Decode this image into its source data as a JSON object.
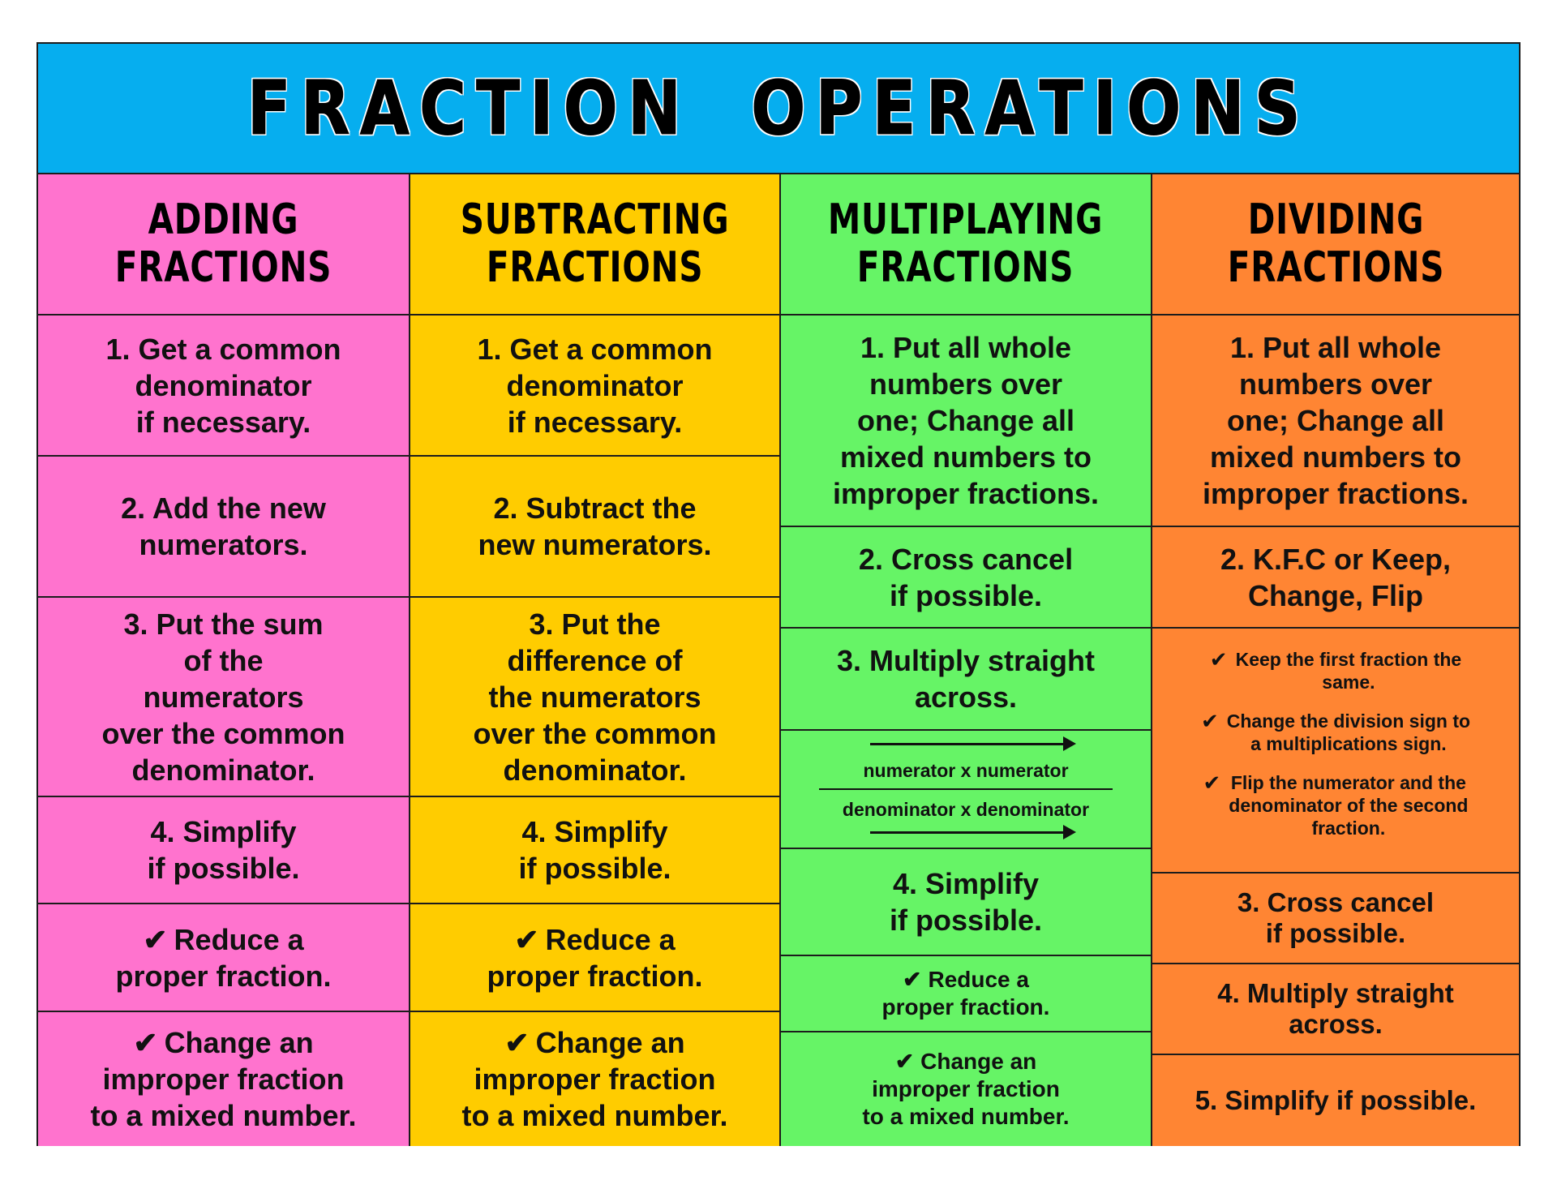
{
  "title": "FRACTION OPERATIONS",
  "colors": {
    "title_bg": "#06AEEF",
    "adding": "#FF73CE",
    "subtracting": "#FFCC00",
    "multiplying": "#66F466",
    "dividing": "#FF8533",
    "border": "#1C1C1C"
  },
  "icons": {
    "check": "✔"
  },
  "columns": {
    "adding": {
      "header_line1": "ADDING",
      "header_line2": "FRACTIONS",
      "steps": [
        "1. Get a common\ndenominator\nif necessary.",
        "2. Add the new\nnumerators.",
        "3. Put the sum\nof the\nnumerators\nover the common\ndenominator.",
        "4. Simplify\nif possible.",
        "Reduce a\nproper fraction.",
        "Change an\nimproper fraction\nto a mixed number."
      ]
    },
    "subtracting": {
      "header_line1": "SUBTRACTING",
      "header_line2": "FRACTIONS",
      "steps": [
        "1. Get a common\ndenominator\nif necessary.",
        "2. Subtract the\nnew numerators.",
        "3. Put the\ndifference of\nthe numerators\nover the common\ndenominator.",
        "4. Simplify\nif possible.",
        "Reduce a\nproper fraction.",
        "Change an\nimproper fraction\nto a mixed number."
      ]
    },
    "multiplying": {
      "header_line1": "MULTIPLAYING",
      "header_line2": "FRACTIONS",
      "steps": [
        "1. Put all whole\nnumbers over\none; Change all\nmixed numbers to\nimproper fractions.",
        "2. Cross cancel\nif possible.",
        "3. Multiply straight\nacross.",
        "4. Simplify\nif possible.",
        "Reduce a\nproper fraction.",
        "Change an\nimproper fraction\nto a mixed number."
      ],
      "formula": {
        "numerator": "numerator x numerator",
        "denominator": "denominator x denominator"
      }
    },
    "dividing": {
      "header_line1": "DIVIDING",
      "header_line2": "FRACTIONS",
      "steps": [
        "1. Put all whole\nnumbers over\none; Change all\nmixed numbers to\nimproper fractions.",
        "2. K.F.C or Keep,\nChange, Flip",
        "3. Cross cancel\nif possible.",
        "4. Multiply straight\nacross.",
        "5. Simplify if possible."
      ],
      "kcf_list": [
        "Keep the first fraction the\nsame.",
        "Change the division sign to\na multiplications sign.",
        "Flip the numerator and the\ndenominator of the second\nfraction."
      ]
    }
  }
}
